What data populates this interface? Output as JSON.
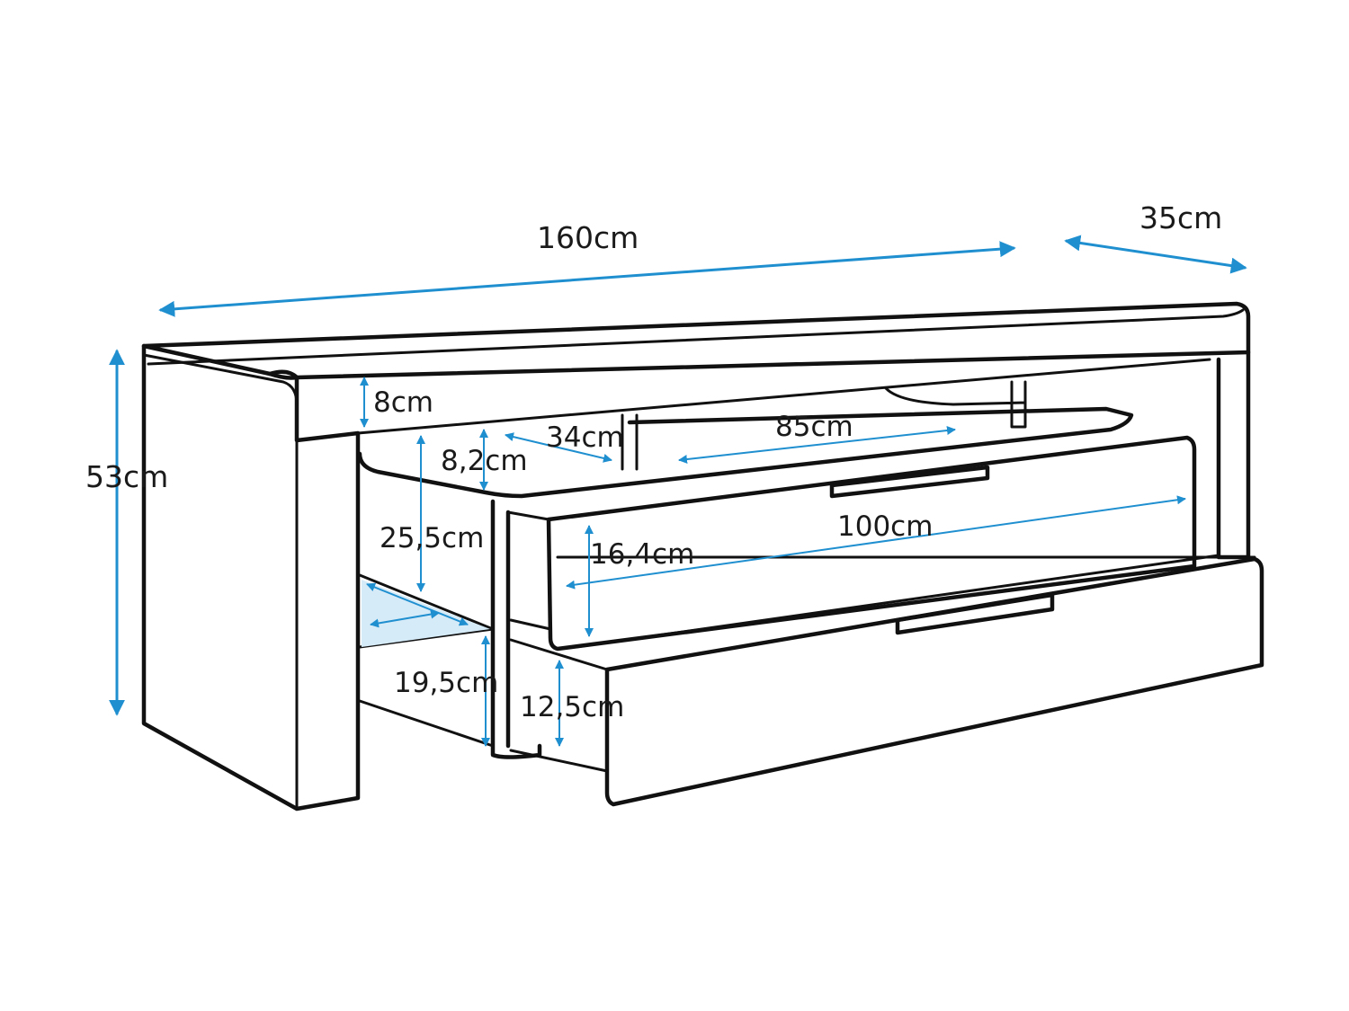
{
  "dimensions": {
    "width_total": "160cm",
    "depth_total": "35cm",
    "height_total": "53cm",
    "top_panel": "8cm",
    "shelf_height": "8,2cm",
    "shelf_depth": "34cm",
    "shelf_width": "85cm",
    "left_opening": "25,5cm",
    "upper_drawer_height": "16,4cm",
    "drawer_width": "100cm",
    "left_lower_opening": "19,5cm",
    "lower_drawer_height": "12,5cm"
  },
  "colors": {
    "dimension_lines": "#1f8fd0",
    "outline": "#111111",
    "led_glow": "#d6ebf8"
  }
}
